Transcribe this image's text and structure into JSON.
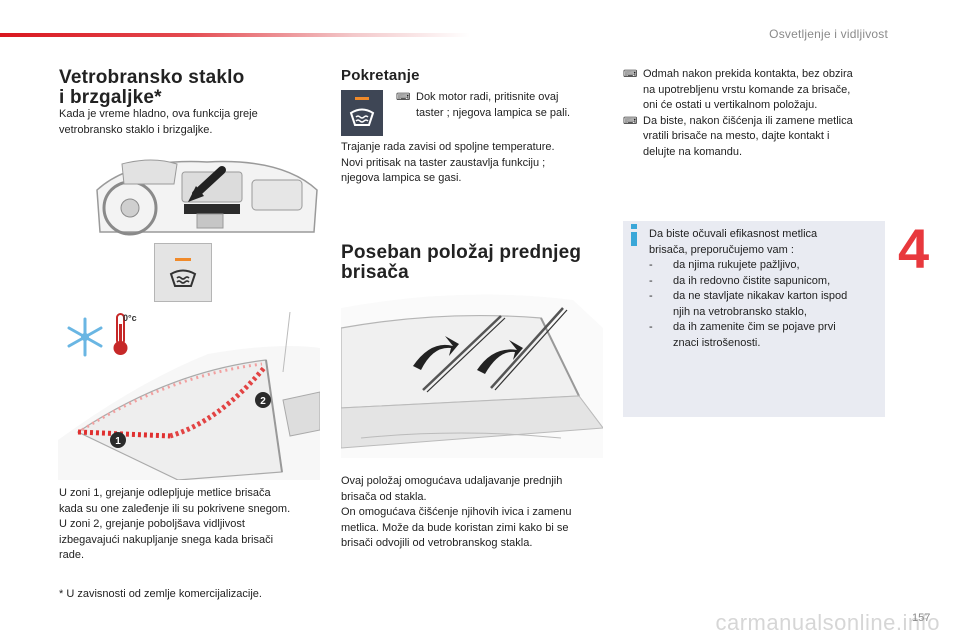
{
  "header": {
    "section": "Osvetljenje i vidljivost"
  },
  "chapter": {
    "number": "4"
  },
  "left": {
    "title_line1": "Vetrobransko staklo",
    "title_line2": "i brzgaljke*",
    "intro_line1": "Kada je vreme hladno, ova funkcija greje",
    "intro_line2": "vetrobransko staklo i brizgaljke.",
    "zone_label_temp": "0°c",
    "zone_marker_1": "1",
    "zone_marker_2": "2",
    "zones_lines": [
      "U zoni 1, grejanje odlepljuje metlice brisača",
      "kada su one zaleđenje ili su pokrivene snegom.",
      "U zoni 2, grejanje poboljšava vidljivost",
      "izbegavajući nakupljanje snega kada brisači",
      "rade."
    ],
    "footnote": "* U zavisnosti od zemlje komercijalizacije."
  },
  "middle": {
    "title": "Pokretanje",
    "bullet_line1": "Dok motor radi, pritisnite ovaj",
    "bullet_line2": "taster ; njegova lampica se pali.",
    "duration_lines": [
      "Trajanje rada zavisi od spoljne temperature.",
      "Novi pritisak na taster zaustavlja funkciju ;",
      "njegova lampica se gasi."
    ],
    "title2_line1": "Poseban položaj prednjeg",
    "title2_line2": "brisača",
    "desc_lines": [
      "Ovaj položaj omogućava udaljavanje prednjih",
      "brisača od stakla.",
      "On omogućava čišćenje njihovih ivica i zamenu",
      "metlica. Može da bude koristan zimi kako bi se",
      "brisači odvojili od vetrobranskog stakla."
    ]
  },
  "right": {
    "bullets": [
      [
        "Odmah nakon prekida kontakta, bez obzira",
        "na upotrebljenu vrstu komande za brisače,",
        "oni će ostati u vertikalnom položaju."
      ],
      [
        "Da biste, nakon čišćenja ili zamene metlica",
        "vratili brisače na mesto, dajte kontakt i",
        "delujte na komandu."
      ]
    ],
    "info_intro_line1": "Da biste očuvali efikasnost metlica",
    "info_intro_line2": "brisača, preporučujemo vam :",
    "info_items": [
      [
        "da njima rukujete pažljivo,"
      ],
      [
        "da ih redovno čistite sapunicom,"
      ],
      [
        "da ne stavljate nikakav karton ispod",
        "njih na vetrobransko staklo,"
      ],
      [
        "da ih zamenite čim se pojave prvi",
        "znaci istrošenosti."
      ]
    ]
  },
  "footer": {
    "watermark": "carmanualsonline.info",
    "page": "157"
  },
  "colors": {
    "accent": "#e8383d",
    "info_bg": "#e9ebf2",
    "button_bg": "#3e4655",
    "led": "#f08a2a"
  }
}
